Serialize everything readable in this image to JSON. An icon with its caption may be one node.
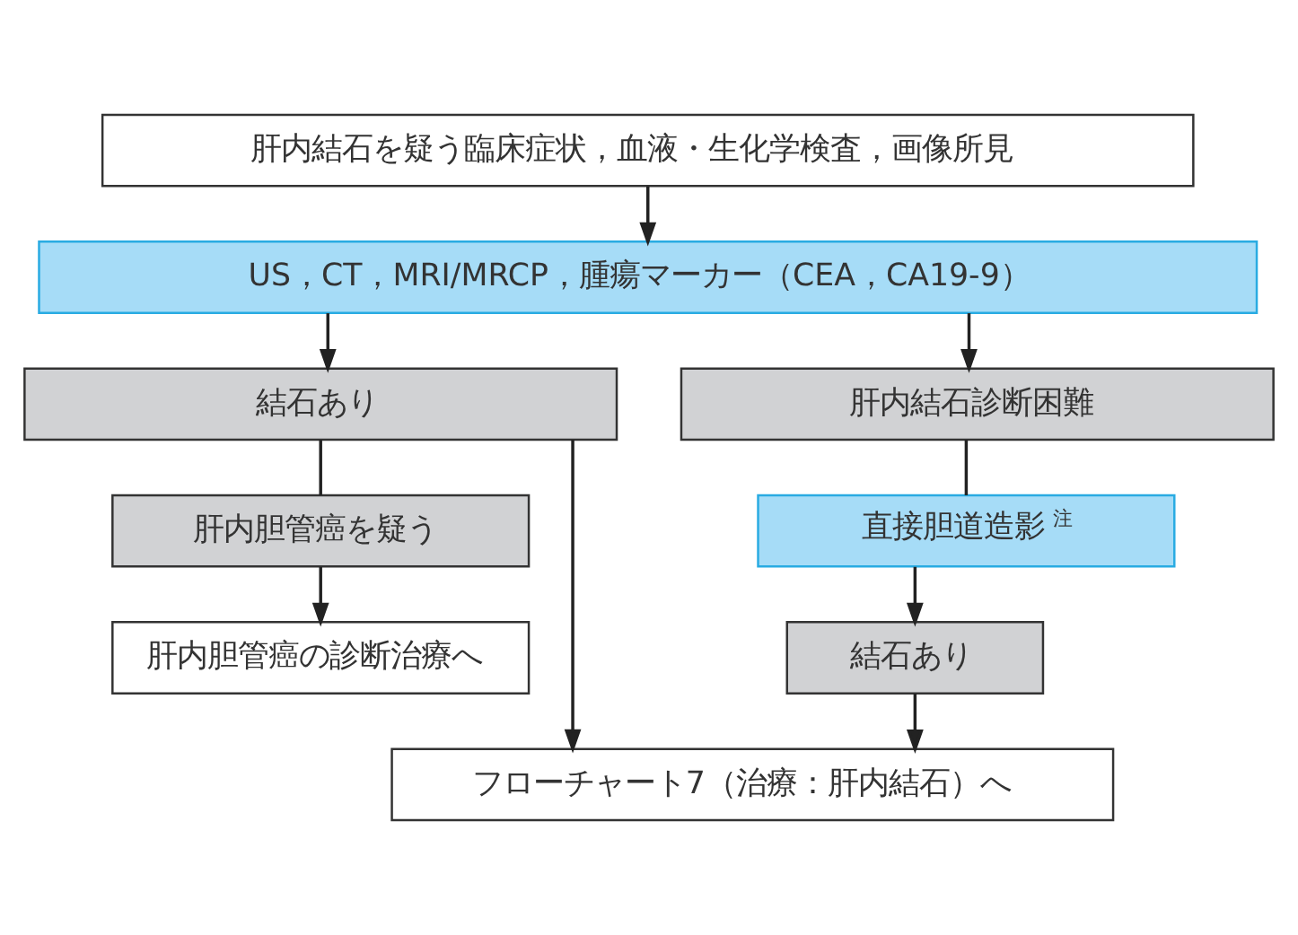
{
  "diagram": {
    "nodes": [
      {
        "text": [
          "肝内結石を疑う臨床症状，血液・生化学検査，画像所見"
        ]
      },
      {
        "text": [
          "US，CT，MRI/MRCP，腫瘍マーカー（CEA，CA19-9）"
        ]
      },
      {
        "text": [
          "結石あり"
        ]
      },
      {
        "text": [
          "肝内結石診断困難"
        ]
      },
      {
        "text": [
          "肝内胆管癌を疑う"
        ]
      },
      {
        "text": [
          "肝内胆管癌の診断治療へ"
        ]
      },
      {
        "text": [
          "直接胆道造影$^{注}$"
        ]
      },
      {
        "text": [
          "結石あり"
        ]
      },
      {
        "text": [
          "フローチャート7（治療：肝内結石）へ"
        ]
      }
    ],
    "edges": [
      {
        "from": 0,
        "to": 1,
        "arrow": "to"
      },
      {
        "from": 1,
        "to": 2,
        "arrow": "to"
      },
      {
        "from": 1,
        "to": 3,
        "arrow": "to"
      },
      {
        "from": 2,
        "to": 4,
        "arrow": "none"
      },
      {
        "from": 4,
        "to": 5,
        "arrow": "to"
      },
      {
        "from": 2,
        "to": 8,
        "arrow": "to"
      },
      {
        "from": 3,
        "to": 6,
        "arrow": "none"
      },
      {
        "from": 6,
        "to": 7,
        "arrow": "to"
      },
      {
        "from": 7,
        "to": 8,
        "arrow": "to"
      }
    ]
  }
}
